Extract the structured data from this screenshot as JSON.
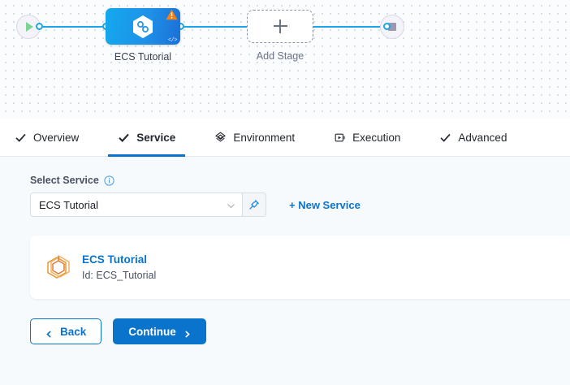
{
  "canvas": {
    "start_node": {
      "icon": "play-icon"
    },
    "end_node": {
      "icon": "stop-icon"
    },
    "stage": {
      "label": "ECS Tutorial",
      "icon": "harness-hexagon-icon",
      "warning_icon": "warning-triangle-icon",
      "code_glyph": "</>",
      "warning_color": "#f0811a",
      "node_color": "#1f91e8"
    },
    "add_stage": {
      "label": "Add Stage",
      "icon": "plus-icon"
    },
    "connector_color": "#1ca5e8"
  },
  "tabs": [
    {
      "label": "Overview",
      "icon": "check-icon",
      "active": false
    },
    {
      "label": "Service",
      "icon": "check-icon",
      "active": true
    },
    {
      "label": "Environment",
      "icon": "layers-icon",
      "active": false
    },
    {
      "label": "Execution",
      "icon": "play-square-icon",
      "active": false
    },
    {
      "label": "Advanced",
      "icon": "check-icon",
      "active": false
    }
  ],
  "tab_accent": "#0a73cc",
  "form": {
    "label": "Select Service",
    "info_icon": "info-icon",
    "select": {
      "value": "ECS Tutorial",
      "placeholder": "Select Service",
      "chevron_icon": "chevron-down-icon"
    },
    "pin_button": {
      "icon": "pin-icon"
    },
    "new_service_link": "+ New Service"
  },
  "service_card": {
    "icon": "service-hexagon-icon",
    "name": "ECS Tutorial",
    "id": "Id: ECS_Tutorial",
    "icon_color": "#e8962f"
  },
  "footer": {
    "back_label": "Back",
    "back_icon": "chevron-left-icon",
    "continue_label": "Continue",
    "continue_icon": "chevron-right-icon"
  }
}
